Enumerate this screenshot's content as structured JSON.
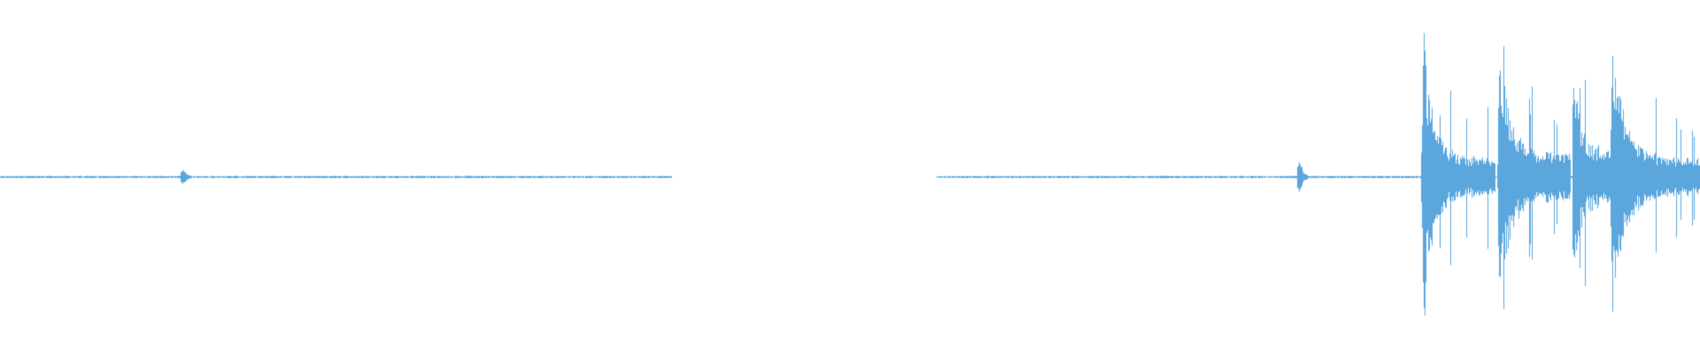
{
  "waveform": {
    "color": "#5aa6dd",
    "amplitude_range": [
      -1,
      1
    ],
    "duration_fraction_range": [
      0,
      1
    ],
    "segments": [
      {
        "start": 0.0,
        "end": 0.395,
        "baseline_noise": 0.006
      },
      {
        "start": 0.551,
        "end": 1.0,
        "baseline_noise": 0.006
      }
    ],
    "transients": [
      {
        "time": 0.107,
        "peak": 0.1,
        "decay": 0.002
      },
      {
        "time": 0.764,
        "peak": 0.2,
        "decay": 0.002
      }
    ],
    "bursts": [
      {
        "start": 0.836,
        "attack_peak": 1.0,
        "decay_to": 0.14,
        "end": 0.88
      },
      {
        "start": 0.881,
        "attack_peak": 1.0,
        "decay_to": 0.18,
        "end": 0.924
      },
      {
        "start": 0.925,
        "attack_peak": 1.0,
        "decay_to": 0.22,
        "end": 0.947
      },
      {
        "start": 0.947,
        "attack_peak": 1.0,
        "decay_to": 0.14,
        "end": 1.0
      }
    ]
  }
}
